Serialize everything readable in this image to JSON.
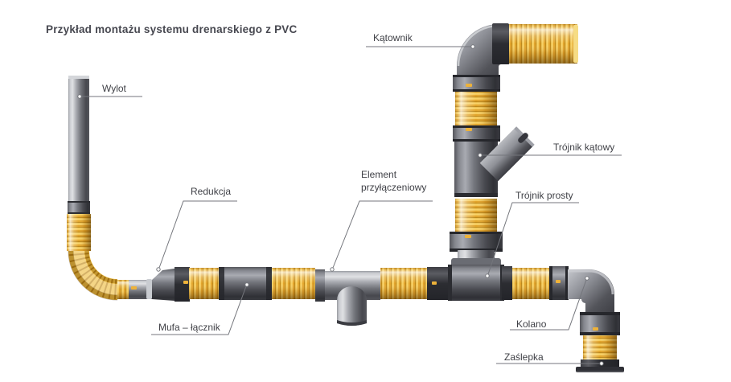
{
  "title": "Przykład montażu systemu drenarskiego z PVC",
  "labels": {
    "wylot": "Wylot",
    "katownik": "Kątownik",
    "trojnik_katowy": "Trójnik kątowy",
    "trojnik_prosty": "Trójnik prosty",
    "redukcja": "Redukcja",
    "element_przylaczeniowy": "Element przyłączeniowy",
    "mufa_lacznik": "Mufa – łącznik",
    "kolano": "Kolano",
    "zaslepka": "Zaślepka"
  },
  "colors": {
    "background": "#ffffff",
    "pipe_yellow": "#f0c14b",
    "pipe_yellow_shadow": "#bd8718",
    "pipe_gray": "#8a8c93",
    "fitting_dark": "#3a3b41",
    "label_text": "#3f4046",
    "title_text": "#474850",
    "leader_line": "#74767c"
  }
}
